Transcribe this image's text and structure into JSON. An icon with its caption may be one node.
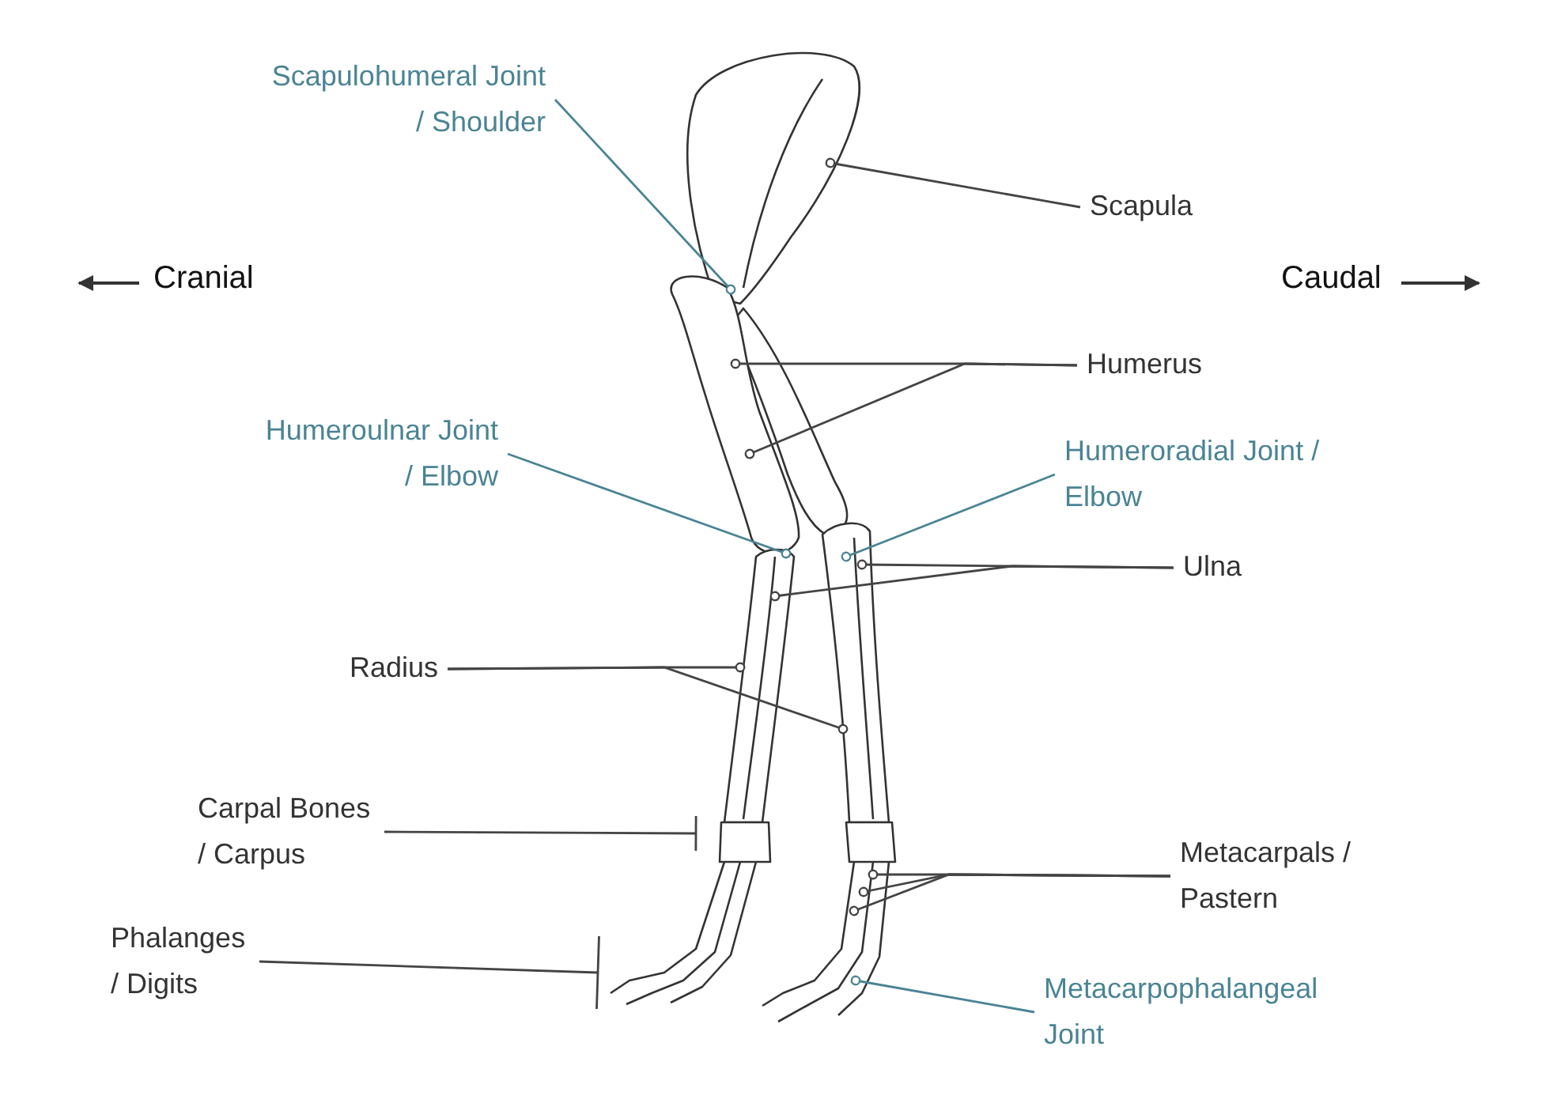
{
  "diagram": {
    "nodes": [
      {
        "text": [
          "Scapulohumeral Joint / Shoulder"
        ]
      },
      {
        "text": [
          "Scapula"
        ]
      },
      {
        "text": [
          "Humerus"
        ]
      },
      {
        "text": [
          "Humeroulnar Joint / Elbow"
        ]
      },
      {
        "text": [
          "Humeroradial Joint / Elbow"
        ]
      },
      {
        "text": [
          "Ulna"
        ]
      },
      {
        "text": [
          "Radius"
        ]
      },
      {
        "text": [
          "Carpal Bones / Carpus"
        ]
      },
      {
        "text": [
          "Metacarpals / Pastern"
        ]
      },
      {
        "text": [
          "Phalanges / Digits"
        ]
      },
      {
        "text": [
          "Metacarpophalangeal Joint"
        ]
      }
    ],
    "edges": [
      {
        "from": 0,
        "to": null,
        "arrow": "other",
        "color": "#4a8494"
      },
      {
        "from": 1,
        "to": null,
        "arrow": "other"
      },
      {
        "from": 2,
        "to": null,
        "arrow": "other"
      },
      {
        "from": 2,
        "to": null,
        "arrow": "other"
      },
      {
        "from": 3,
        "to": null,
        "arrow": "other",
        "color": "#4a8494"
      },
      {
        "from": 4,
        "to": null,
        "arrow": "other",
        "color": "#4a8494"
      },
      {
        "from": 5,
        "to": null,
        "arrow": "other"
      },
      {
        "from": 5,
        "to": null,
        "arrow": "other"
      },
      {
        "from": 6,
        "to": null,
        "arrow": "other"
      },
      {
        "from": 6,
        "to": null,
        "arrow": "other"
      },
      {
        "from": 7,
        "to": null,
        "arrow": "other"
      },
      {
        "from": 8,
        "to": null,
        "arrow": "other"
      },
      {
        "from": 8,
        "to": null,
        "arrow": "other"
      },
      {
        "from": 8,
        "to": null,
        "arrow": "other"
      },
      {
        "from": 9,
        "to": null,
        "arrow": "other"
      },
      {
        "from": 10,
        "to": null,
        "arrow": "other",
        "color": "#4a8494"
      }
    ],
    "labels": [
      "Cranial",
      "Caudal"
    ]
  }
}
